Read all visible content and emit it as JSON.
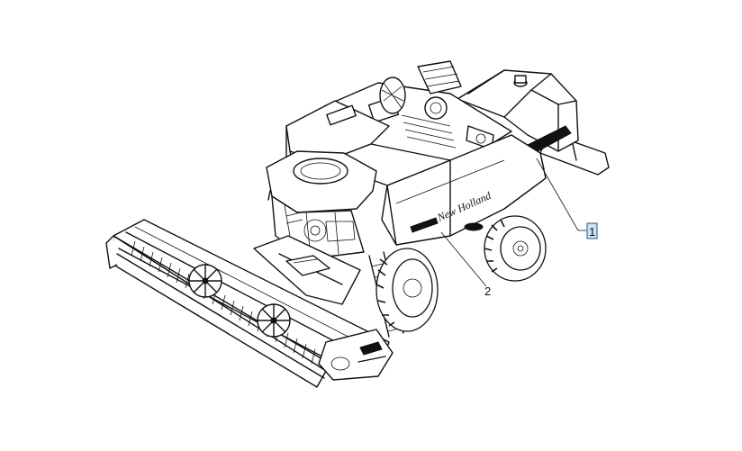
{
  "diagram": {
    "callouts": [
      {
        "label": "1",
        "highlighted": true
      },
      {
        "label": "2",
        "highlighted": false
      }
    ],
    "decal_text": "New Holland",
    "highlight_color": "#cfe0f5",
    "highlight_border_color": "#2a55a0",
    "line_color": "#111111"
  }
}
